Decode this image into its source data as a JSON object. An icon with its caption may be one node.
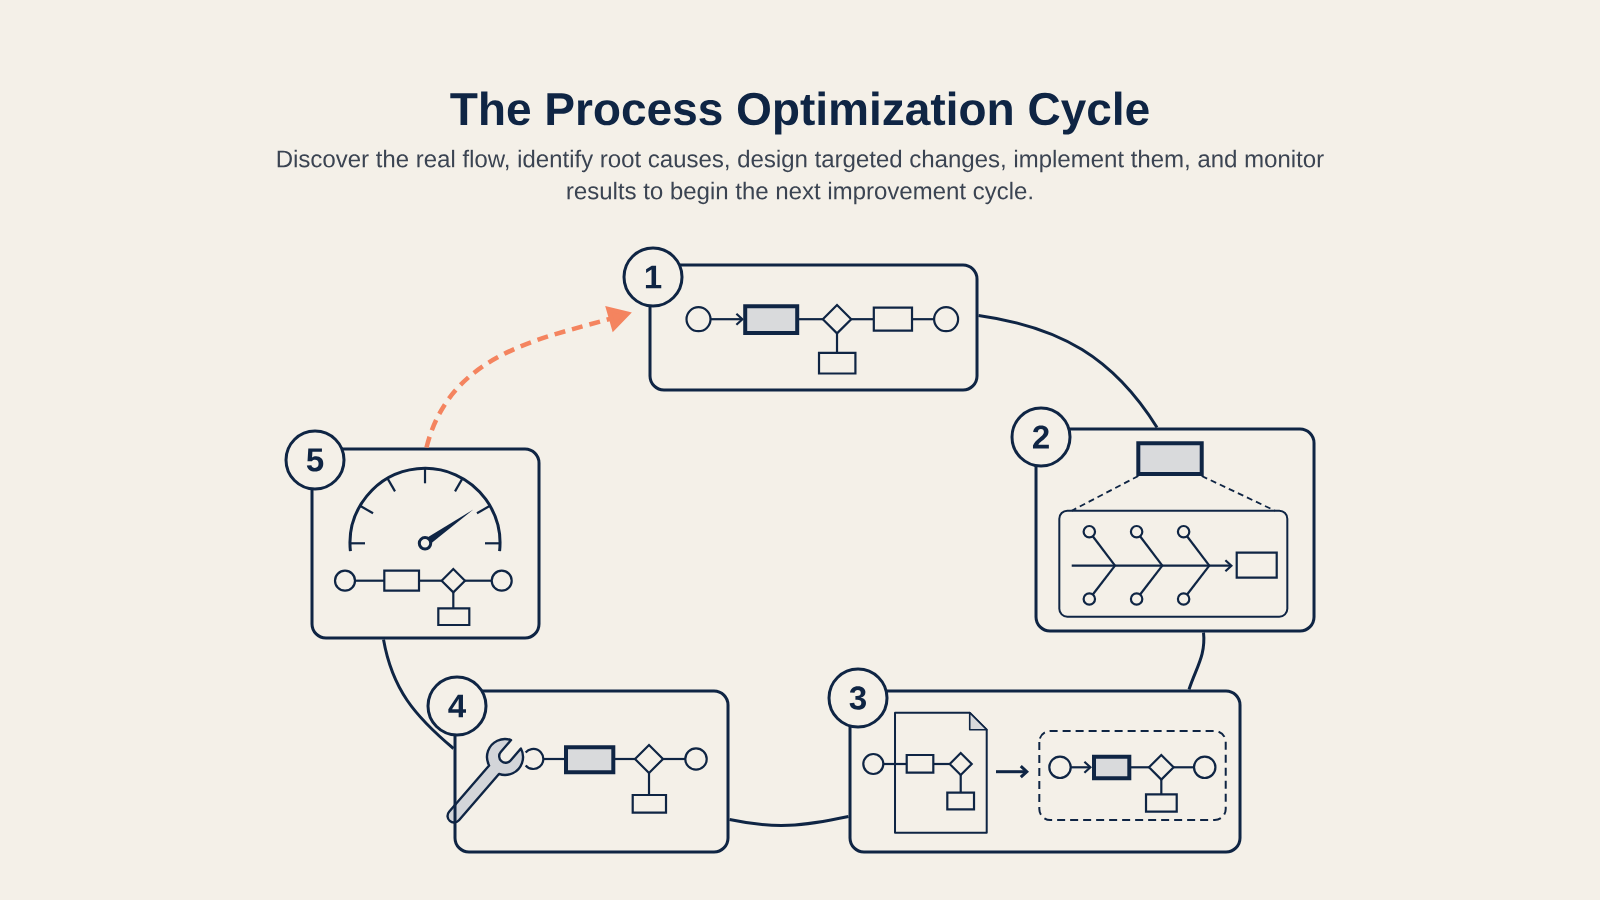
{
  "diagram": {
    "title": "The Process Optimization Cycle",
    "caption": "Discover the real flow, identify root causes, design targeted changes, implement them, and monitor results to begin the next improvement cycle.",
    "nodes": [
      {
        "text": [
          "1"
        ]
      },
      {
        "text": [
          "2"
        ]
      },
      {
        "text": [
          "3"
        ]
      },
      {
        "text": [
          "4"
        ]
      },
      {
        "text": [
          "5"
        ]
      }
    ],
    "edges": [
      {
        "from": 0,
        "to": 1,
        "arrow": "none"
      },
      {
        "from": 1,
        "to": 2,
        "arrow": "none"
      },
      {
        "from": 2,
        "to": 3,
        "arrow": "none"
      },
      {
        "from": 3,
        "to": 4,
        "arrow": "none"
      },
      {
        "from": 4,
        "to": 0,
        "arrow": "to",
        "style": "dashed",
        "color": "#f4845f"
      }
    ]
  }
}
